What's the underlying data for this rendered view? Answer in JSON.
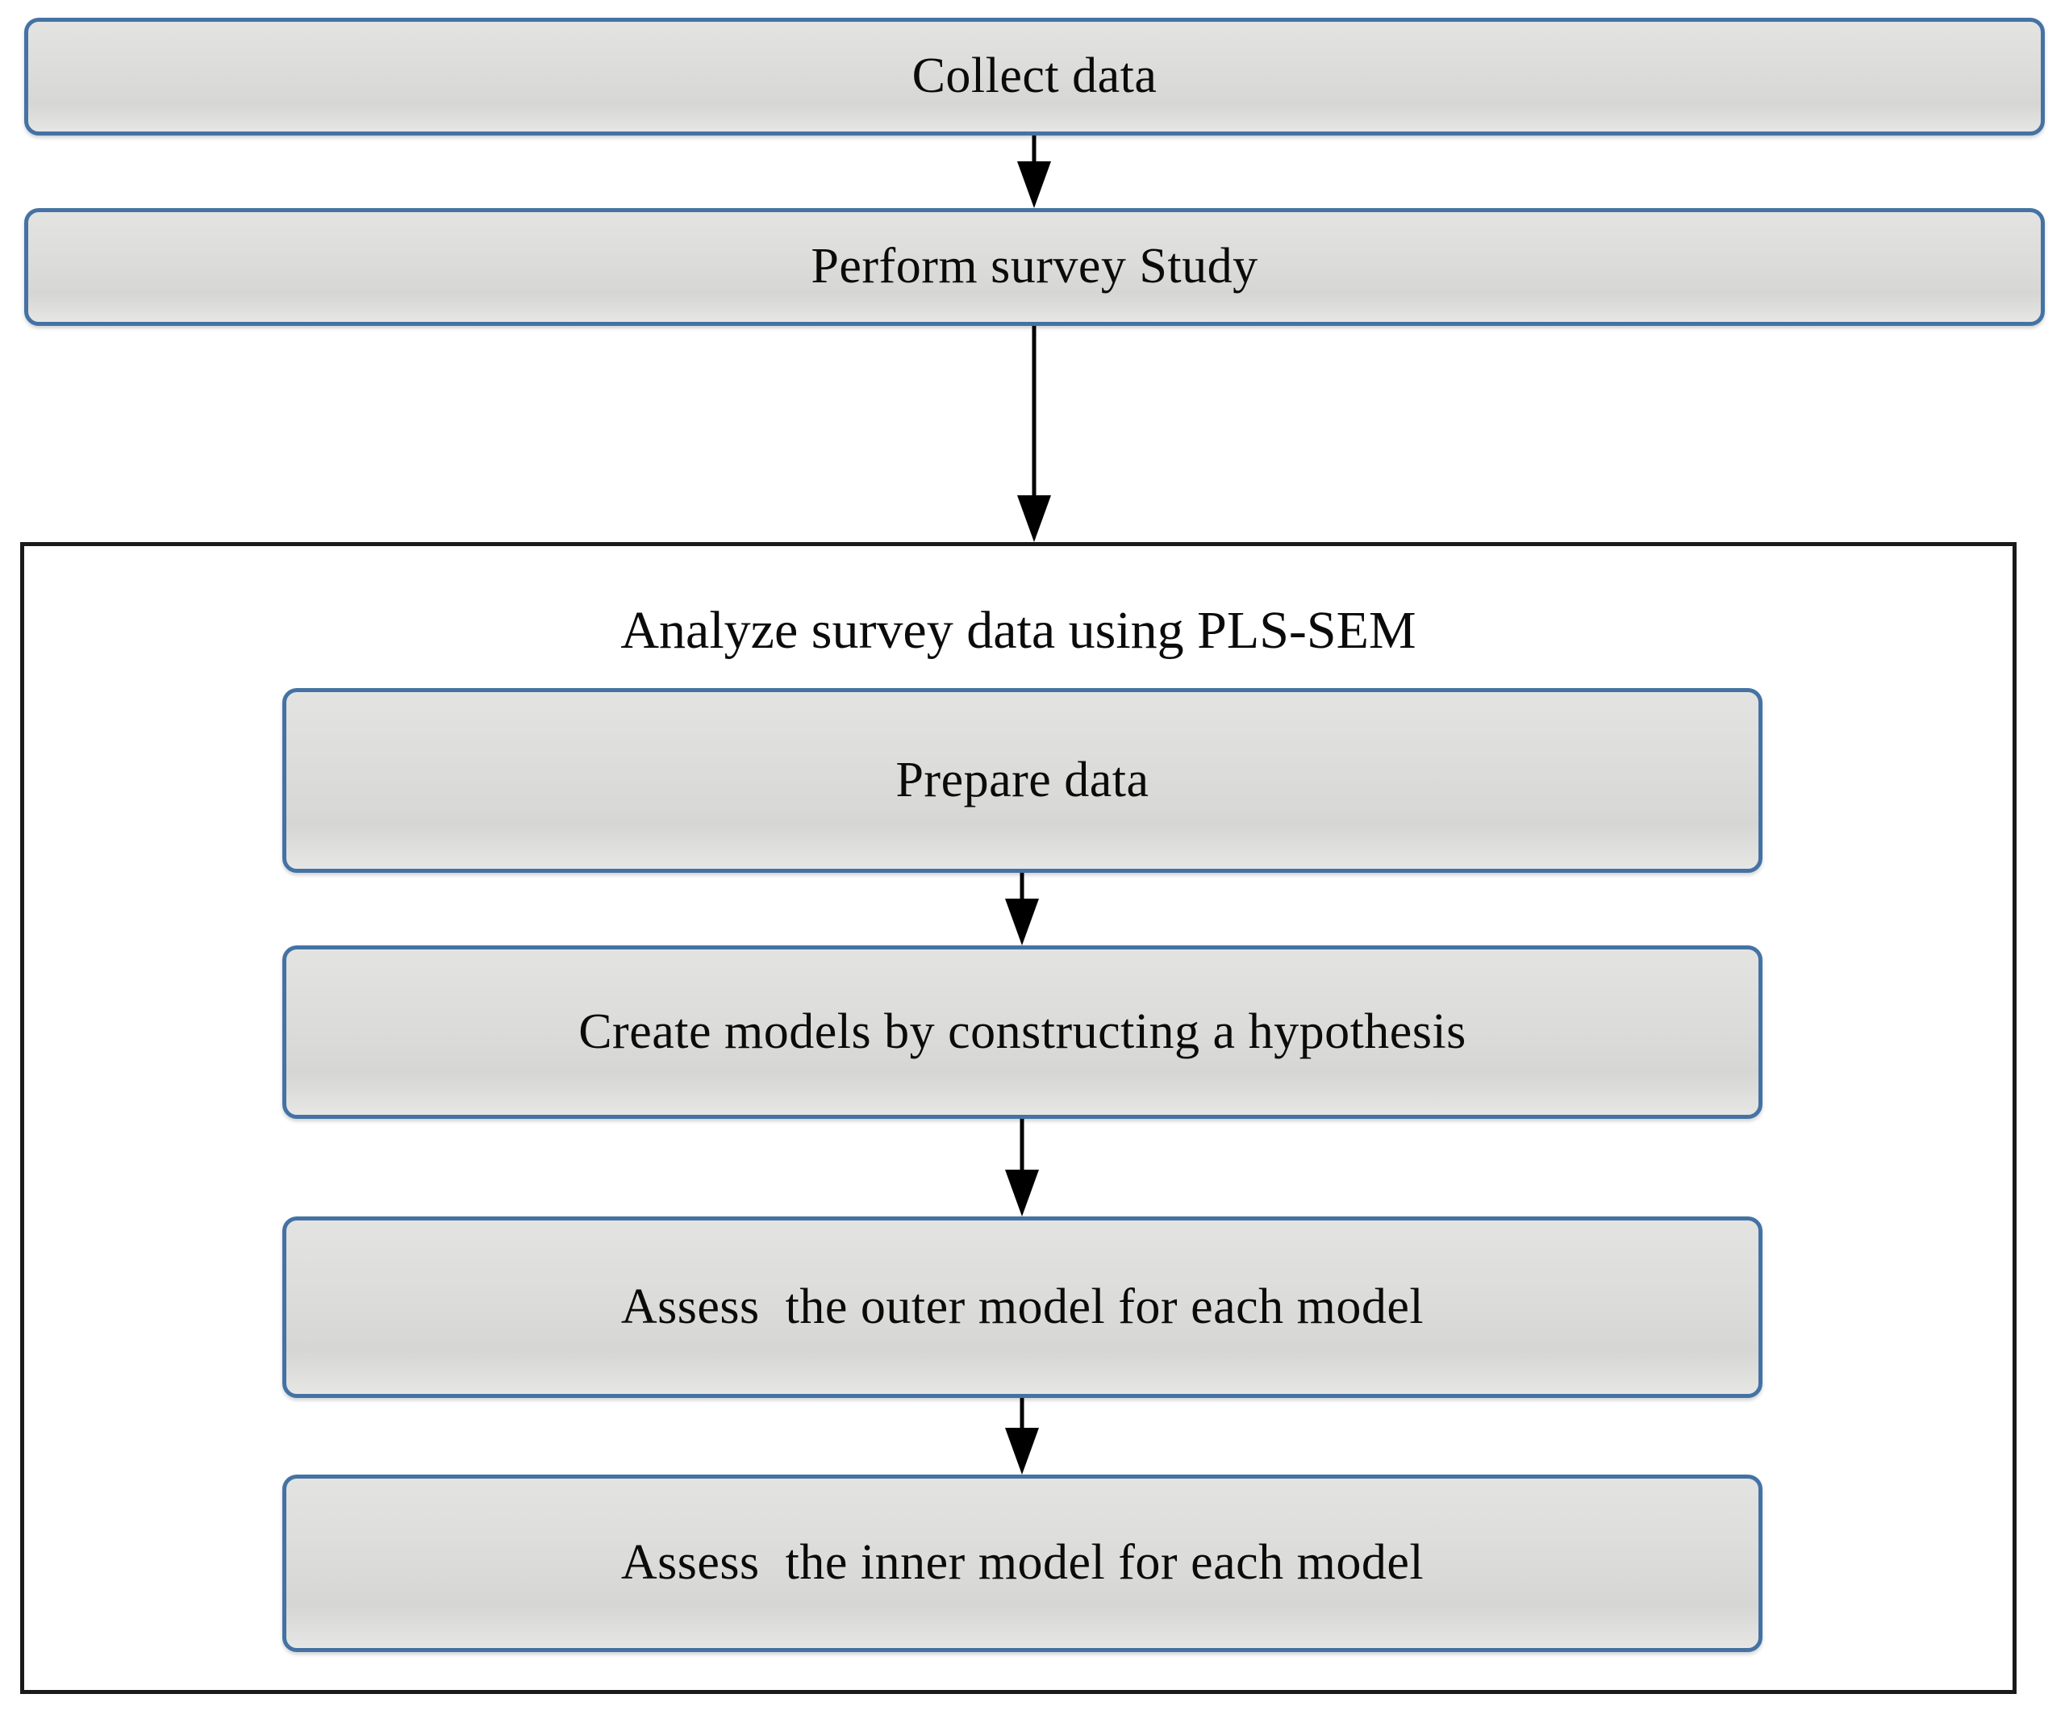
{
  "diagram": {
    "title": "Analyze survey data using PLS-SEM",
    "steps": [
      {
        "id": "collect-data",
        "label": "Collect data"
      },
      {
        "id": "perform-survey",
        "label": "Perform survey Study"
      }
    ],
    "group": {
      "label": "Analyze survey data using PLS-SEM",
      "steps": [
        {
          "id": "prepare-data",
          "label": "Prepare data"
        },
        {
          "id": "create-models",
          "label": "Create models by constructing a hypothesis"
        },
        {
          "id": "assess-outer-model",
          "label": "Assess  the outer model for each model"
        },
        {
          "id": "assess-inner-model",
          "label": "Assess  the inner model for each model"
        }
      ]
    },
    "connectors": [
      {
        "id": "collect-to-survey",
        "from": "collect-data",
        "to": "perform-survey"
      },
      {
        "id": "survey-to-group",
        "from": "perform-survey",
        "to": "analyze-group"
      },
      {
        "id": "prepare-to-create",
        "from": "prepare-data",
        "to": "create-models"
      },
      {
        "id": "create-to-outer",
        "from": "create-models",
        "to": "assess-outer-model"
      },
      {
        "id": "outer-to-inner",
        "from": "assess-outer-model",
        "to": "assess-inner-model"
      }
    ],
    "colors": {
      "box_border": "#4472a4",
      "box_fill": "#dcdcda",
      "group_border": "#1a1a1a",
      "arrow": "#000000",
      "text": "#0b0b0b",
      "background": "#ffffff"
    }
  }
}
